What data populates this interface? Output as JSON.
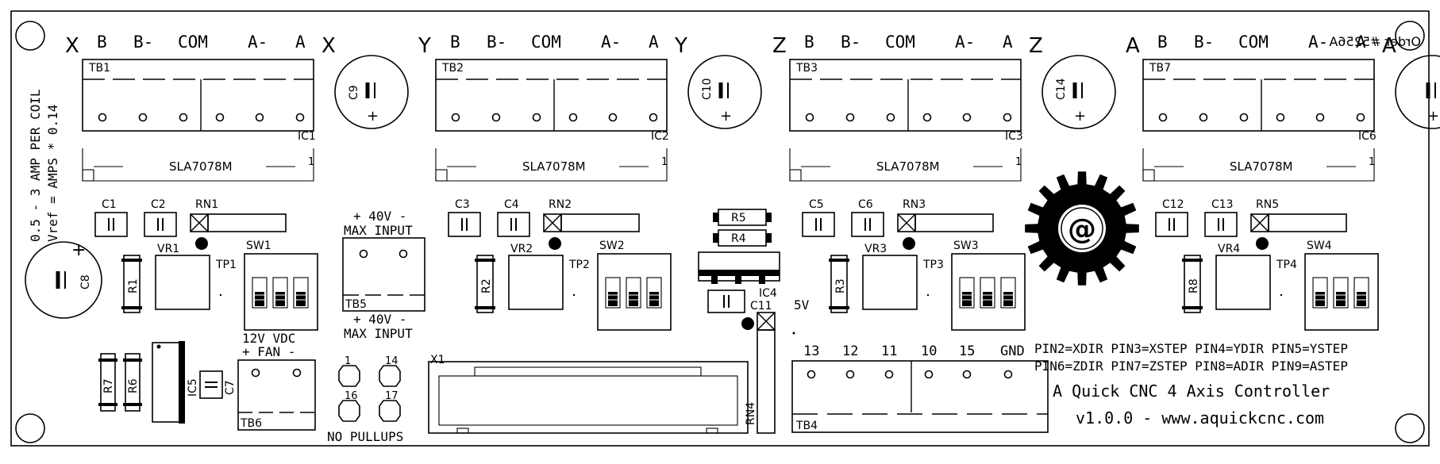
{
  "motor_blocks": [
    {
      "axis": "X",
      "tb": "TB1",
      "ic": "IC1",
      "cap": "C9",
      "left_cap": "C1",
      "right_cap": "C2",
      "rn": "RN1",
      "vr": "VR1",
      "tp": "TP1",
      "sw": "SW1",
      "r": "R1",
      "driver": "SLA7078M",
      "pin1": "1"
    },
    {
      "axis": "Y",
      "tb": "TB2",
      "ic": "IC2",
      "cap": "C10",
      "left_cap": "C3",
      "right_cap": "C4",
      "rn": "RN2",
      "vr": "VR2",
      "tp": "TP2",
      "sw": "SW2",
      "r": "R2",
      "driver": "SLA7078M",
      "pin1": "1"
    },
    {
      "axis": "Z",
      "tb": "TB3",
      "ic": "IC3",
      "cap": "C14",
      "left_cap": "C5",
      "right_cap": "C6",
      "rn": "RN3",
      "vr": "VR3",
      "tp": "TP3",
      "sw": "SW3",
      "r": "R3",
      "driver": "SLA7078M",
      "pin1": "1"
    },
    {
      "axis": "A",
      "tb": "TB7",
      "ic": "IC6",
      "cap": "",
      "left_cap": "C12",
      "right_cap": "C13",
      "rn": "RN5",
      "vr": "VR4",
      "tp": "TP4",
      "sw": "SW4",
      "r": "R8",
      "driver": "SLA7078M",
      "pin1": "1"
    }
  ],
  "terminal_labels": [
    "B",
    "B-",
    "COM",
    "A-",
    "A"
  ],
  "order_code": "Order #5256A",
  "vertical_notes": {
    "line1": "0.5 - 3 AMP PER COIL",
    "line2": "Vref = AMPS * 0.14"
  },
  "power": {
    "top": "+ 40V -",
    "max_top": "MAX INPUT",
    "bottom": "+ 40V -",
    "max_bottom": "MAX INPUT",
    "tb": "TB5"
  },
  "fan": {
    "line1": "12V VDC",
    "line2": "+ FAN -",
    "tb": "TB6"
  },
  "pullups": {
    "pins": [
      "1",
      "14",
      "16",
      "17"
    ],
    "label": "NO PULLUPS"
  },
  "connector": {
    "name": "X1"
  },
  "misc_parts": {
    "c8": "C8",
    "r7": "R7",
    "r6": "R6",
    "ic5": "IC5",
    "c7": "C7",
    "r5": "R5",
    "r4": "R4",
    "ic4": "IC4",
    "c11": "C11",
    "rn4": "RN4",
    "five_v": "5V"
  },
  "tb4": {
    "name": "TB4",
    "pins": [
      "13",
      "12",
      "11",
      "10",
      "15",
      "GND"
    ]
  },
  "pin_map": {
    "line1": "PIN2=XDIR PIN3=XSTEP PIN4=YDIR PIN5=YSTEP",
    "line2": "PIN6=ZDIR PIN7=ZSTEP PIN8=ADIR PIN9=ASTEP"
  },
  "product": {
    "title": "A Quick CNC 4 Axis Controller",
    "version": "v1.0.0  - www.aquickcnc.com",
    "logo_text": "@"
  }
}
